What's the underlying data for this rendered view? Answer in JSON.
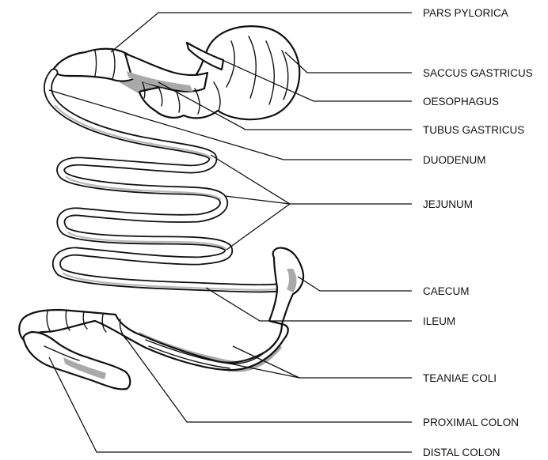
{
  "labels": {
    "pars_pylorica": "PARS PYLORICA",
    "saccus_gastricus": "SACCUS GASTRICUS",
    "oesophagus": "OESOPHAGUS",
    "tubus_gastricus": "TUBUS GASTRICUS",
    "duodenum": "DUODENUM",
    "jejunum": "JEJUNUM",
    "caecum": "CAECUM",
    "ileum": "ILEUM",
    "teaniae_coli": "TEANIAE COLI",
    "proximal_colon": "PROXIMAL COLON",
    "distal_colon": "DISTAL COLON"
  }
}
